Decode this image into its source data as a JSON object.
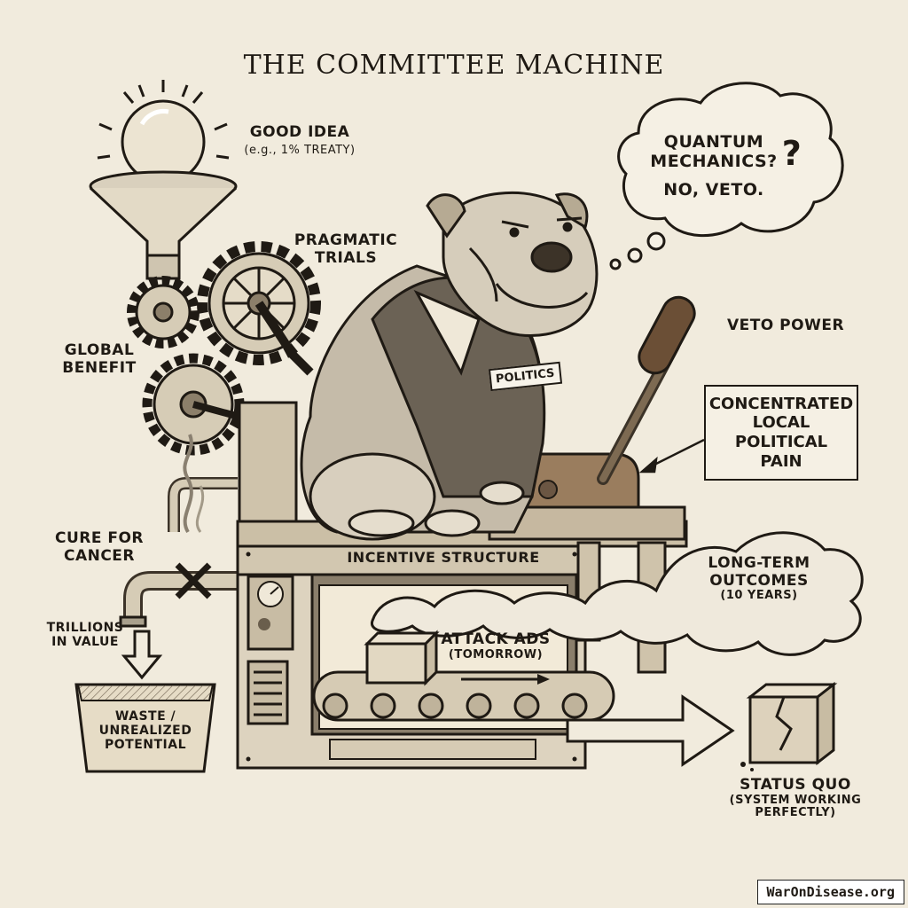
{
  "title": "THE COMMITTEE MACHINE",
  "labels": {
    "good_idea": "GOOD IDEA",
    "good_idea_sub": "(e.g., 1% TREATY)",
    "pragmatic": "PRAGMATIC",
    "trials": "TRIALS",
    "global": "GLOBAL",
    "benefit": "BENEFIT",
    "cure": "CURE FOR",
    "cancer": "CANCER",
    "trillions": "TRILLIONS",
    "in_value": "IN VALUE",
    "waste": "WASTE /",
    "unrealized": "UNREALIZED",
    "potential": "POTENTIAL",
    "incentive": "INCENTIVE STRUCTURE",
    "attack_ads": "ATTACK ADS",
    "tomorrow": "(TOMORROW)",
    "long_term": "LONG-TERM",
    "outcomes": "OUTCOMES",
    "ten_years": "(10 YEARS)",
    "veto_power": "VETO POWER",
    "pain_1": "CONCENTRATED",
    "pain_2": "LOCAL",
    "pain_3": "POLITICAL",
    "pain_4": "PAIN",
    "status_quo": "STATUS QUO",
    "status_sub_1": "(SYSTEM WORKING",
    "status_sub_2": "PERFECTLY)",
    "politics_tag": "POLITICS",
    "thought_1": "QUANTUM",
    "thought_2": "MECHANICS?",
    "thought_q": "?",
    "thought_3": "NO, VETO."
  },
  "footer": "WarOnDisease.org"
}
